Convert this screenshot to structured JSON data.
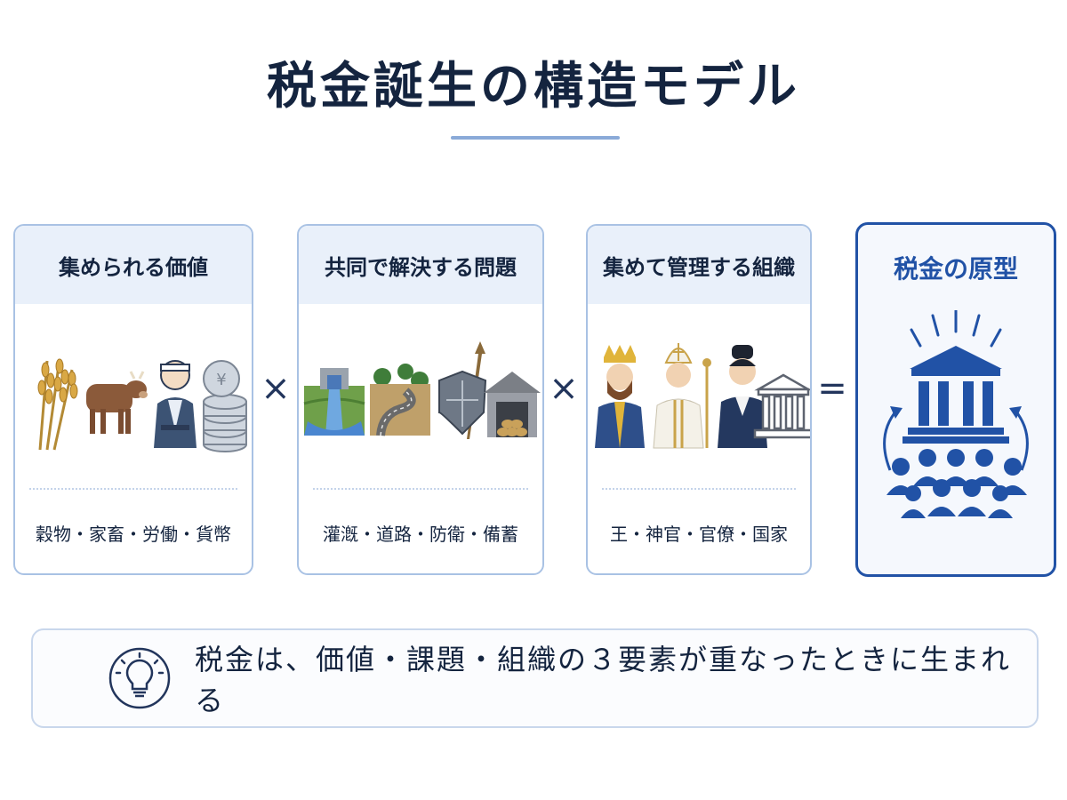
{
  "title": "税金誕生の構造モデル",
  "cards": [
    {
      "heading": "集められる価値",
      "items": "穀物・家畜・労働・貨幣",
      "icons": [
        "wheat-icon",
        "cow-icon",
        "worker-icon",
        "coins-icon"
      ]
    },
    {
      "heading": "共同で解決する問題",
      "items": "灌漑・道路・防衛・備蓄",
      "icons": [
        "irrigation-icon",
        "road-icon",
        "shield-spear-icon",
        "granary-icon"
      ]
    },
    {
      "heading": "集めて管理する組織",
      "items": "王・神官・官僚・国家",
      "icons": [
        "king-icon",
        "priest-icon",
        "official-icon",
        "state-building-icon"
      ]
    }
  ],
  "result": {
    "heading": "税金の原型",
    "icons": [
      "government-building-icon",
      "people-group-icon",
      "arrow-up-icon"
    ]
  },
  "operators": [
    "×",
    "×",
    "="
  ],
  "footer": {
    "icon": "lightbulb-icon",
    "text": "税金は、価値・課題・組織の３要素が重なったときに生まれる"
  },
  "colors": {
    "navy": "#14243f",
    "accent": "#2152a6",
    "card_border": "#a9c2e4",
    "card_head": "#e9f0fa"
  }
}
